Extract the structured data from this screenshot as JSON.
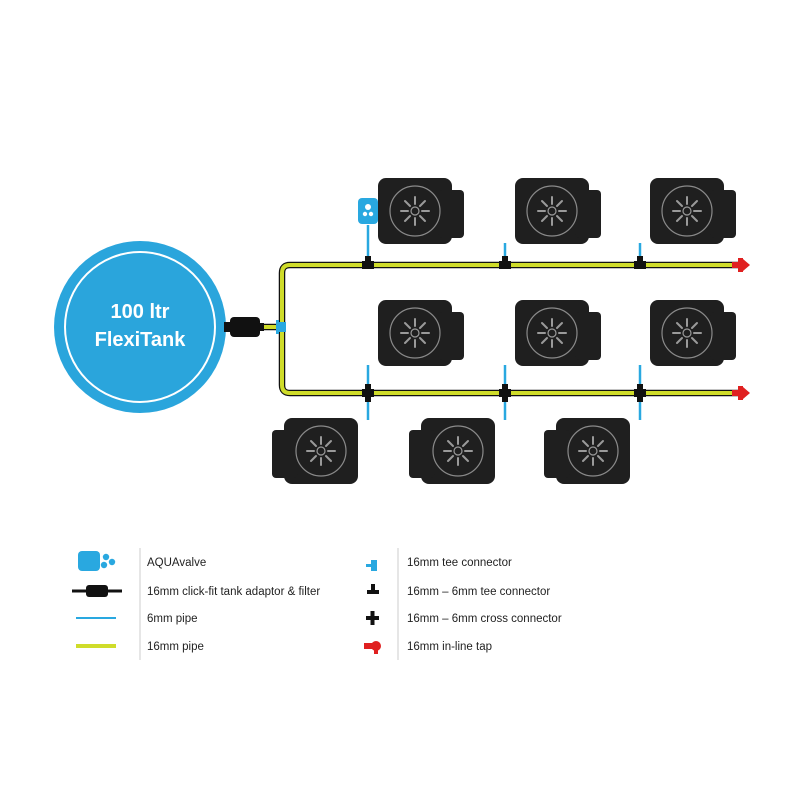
{
  "tank": {
    "line1": "100 ltr",
    "line2": "FlexiTank"
  },
  "colors": {
    "tank": "#2aa5dc",
    "pipe16": "#cfdc2a",
    "pipe6": "#29a8e0",
    "pot": "#1f1f1f",
    "connector": "#111111",
    "tap": "#e02020"
  },
  "legend": {
    "left": [
      {
        "icon": "aquavalve-icon",
        "label": "AQUAvalve"
      },
      {
        "icon": "tank-adaptor-filter-icon",
        "label": "16mm click-fit tank adaptor & filter"
      },
      {
        "icon": "pipe-6mm-icon",
        "label": "6mm pipe"
      },
      {
        "icon": "pipe-16mm-icon",
        "label": "16mm pipe"
      }
    ],
    "right": [
      {
        "icon": "tee-connector-16mm-icon",
        "label": "16mm tee connector"
      },
      {
        "icon": "tee-connector-16-6mm-icon",
        "label": "16mm – 6mm tee connector"
      },
      {
        "icon": "cross-connector-icon",
        "label": "16mm – 6mm cross connector"
      },
      {
        "icon": "inline-tap-icon",
        "label": "16mm in-line tap"
      }
    ]
  }
}
